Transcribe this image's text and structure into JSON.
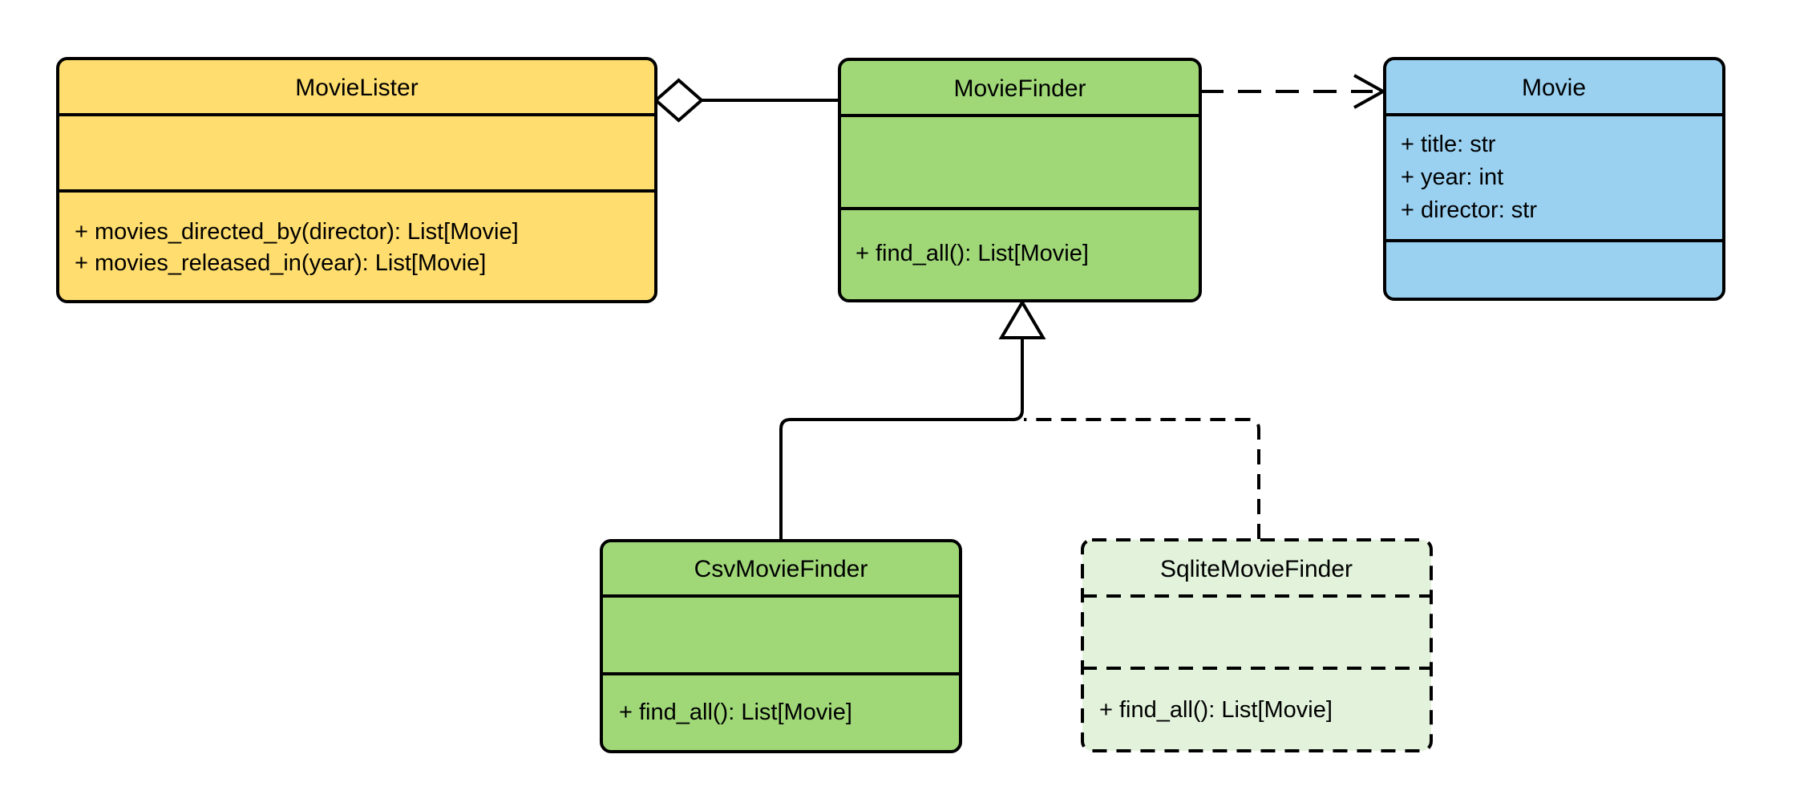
{
  "diagram": {
    "kind": "uml-class-diagram",
    "background_color": "#FFFFFF",
    "stroke_color": "#000000",
    "text_color": "#000000"
  },
  "classes": {
    "movie_lister": {
      "name": "MovieLister",
      "attributes": [],
      "methods": [
        "+ movies_directed_by(director): List[Movie]",
        "+ movies_released_in(year): List[Movie]"
      ],
      "fill": "#FFDD6E",
      "border": "solid"
    },
    "movie_finder": {
      "name": "MovieFinder",
      "attributes": [],
      "methods": [
        "+ find_all(): List[Movie]"
      ],
      "fill": "#A0D878",
      "border": "solid"
    },
    "movie": {
      "name": "Movie",
      "attributes": [
        "+ title: str",
        "+ year: int",
        "+ director: str"
      ],
      "methods": [],
      "fill": "#9AD1F1",
      "border": "solid"
    },
    "csv_movie_finder": {
      "name": "CsvMovieFinder",
      "attributes": [],
      "methods": [
        "+ find_all(): List[Movie]"
      ],
      "fill": "#A0D878",
      "border": "solid"
    },
    "sqlite_movie_finder": {
      "name": "SqliteMovieFinder",
      "attributes": [],
      "methods": [
        "+ find_all(): List[Movie]"
      ],
      "fill": "#E2F2DB",
      "border": "dashed"
    }
  },
  "relationships": [
    {
      "type": "aggregation",
      "from": "MovieLister",
      "to": "MovieFinder",
      "line": "solid",
      "marker": "hollow-diamond-at-source"
    },
    {
      "type": "dependency",
      "from": "MovieFinder",
      "to": "Movie",
      "line": "dashed",
      "marker": "open-arrow-at-target"
    },
    {
      "type": "generalization",
      "from": "CsvMovieFinder",
      "to": "MovieFinder",
      "line": "solid",
      "marker": "hollow-triangle-at-target"
    },
    {
      "type": "realization",
      "from": "SqliteMovieFinder",
      "to": "MovieFinder",
      "line": "dashed",
      "marker": "hollow-triangle-at-target"
    }
  ]
}
